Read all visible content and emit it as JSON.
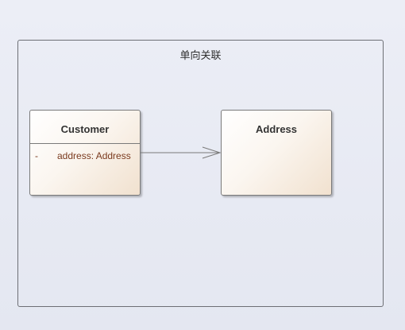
{
  "frame": {
    "title": "单向关联"
  },
  "classes": {
    "customer": {
      "name": "Customer",
      "attribute": {
        "visibility": "-",
        "text": "address: Address"
      }
    },
    "address": {
      "name": "Address"
    }
  },
  "colors": {
    "frame_border": "#6d6f75",
    "class_border": "#7a7a7a",
    "class_fill_start": "#ffffff",
    "class_fill_end": "#f1e1cf",
    "attribute_text": "#7a3a1e",
    "association_line": "#7a7a7a"
  }
}
